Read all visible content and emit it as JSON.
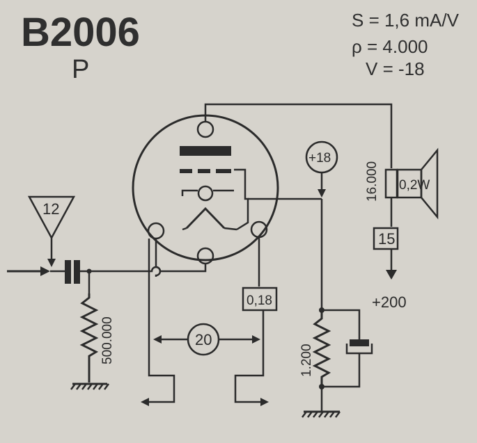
{
  "header": {
    "title": "B2006",
    "subtitle": "P"
  },
  "specs": {
    "line1": "S = 1,6 mA/V",
    "line2": "ρ = 4.000",
    "line3": "V = -18"
  },
  "labels": {
    "input_triangle": "12",
    "bias_circle": "+18",
    "grid_resistor": "500.000",
    "filament_resistor": "0,18",
    "filament_circle": "20",
    "cathode_resistor": "1.200",
    "transformer": "16.000",
    "speaker": "0,2W",
    "plate_box": "15",
    "supply": "+200"
  },
  "colors": {
    "paper": "#d6d3cc",
    "ink": "#2b2b2b"
  }
}
